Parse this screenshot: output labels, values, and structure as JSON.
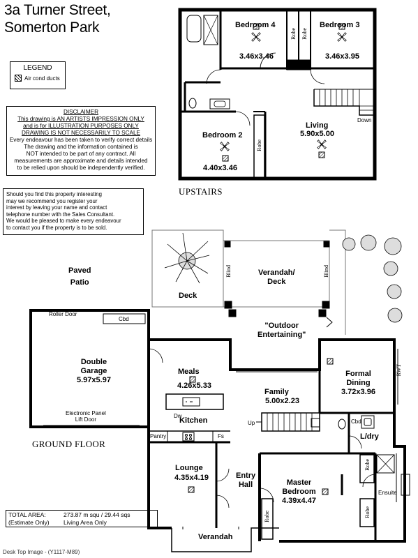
{
  "address": {
    "line1": "3a Turner Street,",
    "line2": "Somerton Park"
  },
  "legend": {
    "title": "LEGEND",
    "item": "Air cond ducts"
  },
  "disclaimer": {
    "heading": "DISCLAIMER",
    "line1": "This drawing is AN ARTISTS IMPRESSION ONLY",
    "line2": "and is for ILLUSTRATION PURPOSES ONLY",
    "line3": "DRAWING IS NOT NECESSARILY TO SCALE",
    "line4": "Every endeavour has been taken to verify correct details",
    "line5": "The drawing and the information contained is",
    "line6": "NOT intended to be part of any contract. All",
    "line7": "measurements are approximate and details intended",
    "line8": "to be relied upon should be independently verified."
  },
  "interest": {
    "line1": "Should you find this property interesting",
    "line2": "may we recommend you register your",
    "line3": "interest by leaving your name and contact",
    "line4": "telephone number with the Sales Consultant.",
    "line5": "We would be pleased to make every endeavour",
    "line6": "to contact you if the property is to be sold."
  },
  "floors": {
    "upstairs": "UPSTAIRS",
    "ground": "GROUND FLOOR"
  },
  "upstairs": {
    "bedroom4": {
      "name": "Bedroom 4",
      "size": "3.46x3.46"
    },
    "bedroom3": {
      "name": "Bedroom 3",
      "size": "3.46x3.95"
    },
    "bedroom2": {
      "name": "Bedroom 2",
      "size": "4.40x3.46"
    },
    "living": {
      "name": "Living",
      "size": "5.90x5.00"
    },
    "robe": "Robe",
    "down": "Down"
  },
  "ground": {
    "paved": "Paved",
    "patio": "Patio",
    "deck": "Deck",
    "verandah_deck1": "Verandah/",
    "verandah_deck2": "Deck",
    "blind": "Blind",
    "outdoor": "\"Outdoor",
    "entertaining": "Entertaining\"",
    "roller_door": "Roller Door",
    "cbd": "Cbd",
    "garage": {
      "name1": "Double",
      "name2": "Garage",
      "size": "5.97x5.97"
    },
    "electronic1": "Electronic Panel",
    "electronic2": "Lift Door",
    "meals": {
      "name": "Meals",
      "size": "4.26x5.33"
    },
    "dw": "Dw",
    "kitchen": "Kitchen",
    "pantry": "Pantry",
    "fs": "Fs",
    "family": {
      "name": "Family",
      "size": "5.00x2.23"
    },
    "up": "Up",
    "formal": {
      "name1": "Formal",
      "name2": "Dining",
      "size": "3.72x3.96"
    },
    "rwt": "RWT",
    "ldry": "L/dry",
    "lounge": {
      "name": "Lounge",
      "size": "4.35x4.19"
    },
    "entry1": "Entry",
    "entry2": "Hall",
    "master": {
      "name1": "Master",
      "name2": "Bedroom",
      "size": "4.39x4.47"
    },
    "robe": "Robe",
    "ensuite": "Ensuite",
    "verandah": "Verandah"
  },
  "total_area": {
    "label1": "TOTAL AREA:",
    "label2": "(Estimate Only)",
    "value1": "273.87 m squ / 29.44 sqs",
    "value2": "Living Area Only"
  },
  "footer": "Desk Top Image -  (Y1117-M89)"
}
